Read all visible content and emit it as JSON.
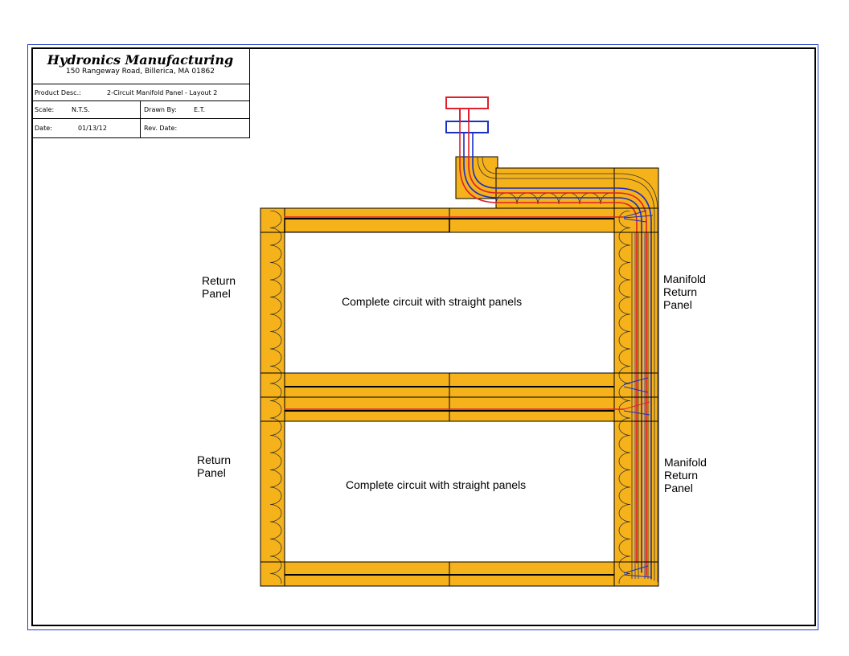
{
  "title_block": {
    "company": "Hydronics Manufacturing",
    "address": "150 Rangeway Road, Billerica, MA 01862",
    "product_desc_label": "Product Desc.:",
    "product_desc_value": "2-Circuit Manifold Panel - Layout 2",
    "scale_label": "Scale:",
    "scale_value": "N.T.S.",
    "drawn_by_label": "Drawn By:",
    "drawn_by_value": "E.T.",
    "date_label": "Date:",
    "date_value": "01/13/12",
    "rev_date_label": "Rev. Date:",
    "rev_date_value": ""
  },
  "labels": {
    "return_panel_1": "Return\nPanel",
    "manifold_return_panel_1": "Manifold\nReturn\nPanel",
    "circuit_1": "Complete circuit with straight panels",
    "return_panel_2": "Return\nPanel",
    "manifold_return_panel_2": "Manifold\nReturn\nPanel",
    "circuit_2": "Complete circuit with straight panels"
  },
  "colors": {
    "panel_fill": "#f5b21a",
    "panel_edge": "#e99a10",
    "supply_pipe": "#e0202a",
    "return_pipe": "#1a2fc8",
    "outline": "#000000",
    "sheet_border": "#1f3fbf"
  }
}
